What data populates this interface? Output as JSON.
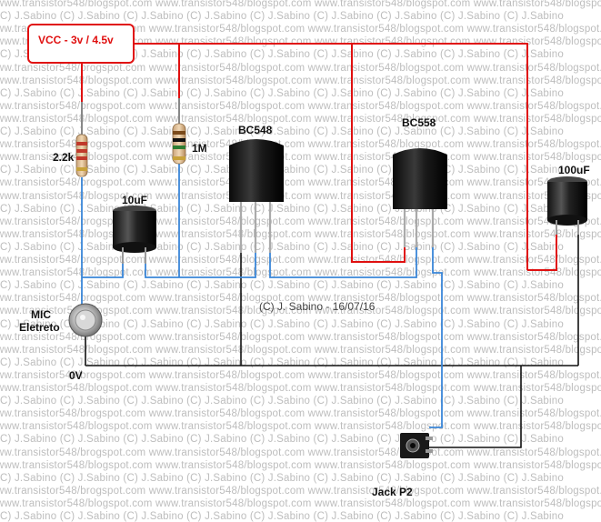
{
  "watermark": {
    "lines": [
      "www.transistor548/blogspot.com  www.transistor548/blogspot.com  www.transistor548/blogspot.com  www.transistor548/blogspot.com",
      "(C) J.Sabino  (C) J.Sabino  (C) J.Sabino  (C) J.Sabino  (C) J.Sabino  (C) J.Sabino  (C) J.Sabino  (C) J.Sabino  (C) J.Sabino",
      "ww.transistor548/brogspot.com  www.transistor548/blogspot.com  www.transistor548/blogspot.com  www.transistor548/blogspot.com"
    ]
  },
  "vcc": {
    "label": "VCC - 3v / 4.5v"
  },
  "components": {
    "r1": {
      "label": "2.2k"
    },
    "r2": {
      "label": "1M"
    },
    "c1": {
      "label": "10uF"
    },
    "c2": {
      "label": "100uF"
    },
    "q1": {
      "label": "BC548"
    },
    "q2": {
      "label": "BC558"
    },
    "mic": {
      "label_line1": "MIC",
      "label_line2": "Eletreto"
    },
    "jack": {
      "label": "Jack P2"
    }
  },
  "ground": {
    "label": "0V"
  },
  "credit": {
    "text": "(C) J. Sabino - 16/07/16"
  },
  "colors": {
    "red_wire": "#e01010",
    "blue_wire": "#3a86d8",
    "black_wire": "#111111",
    "watermark": "#bdbdbd"
  }
}
